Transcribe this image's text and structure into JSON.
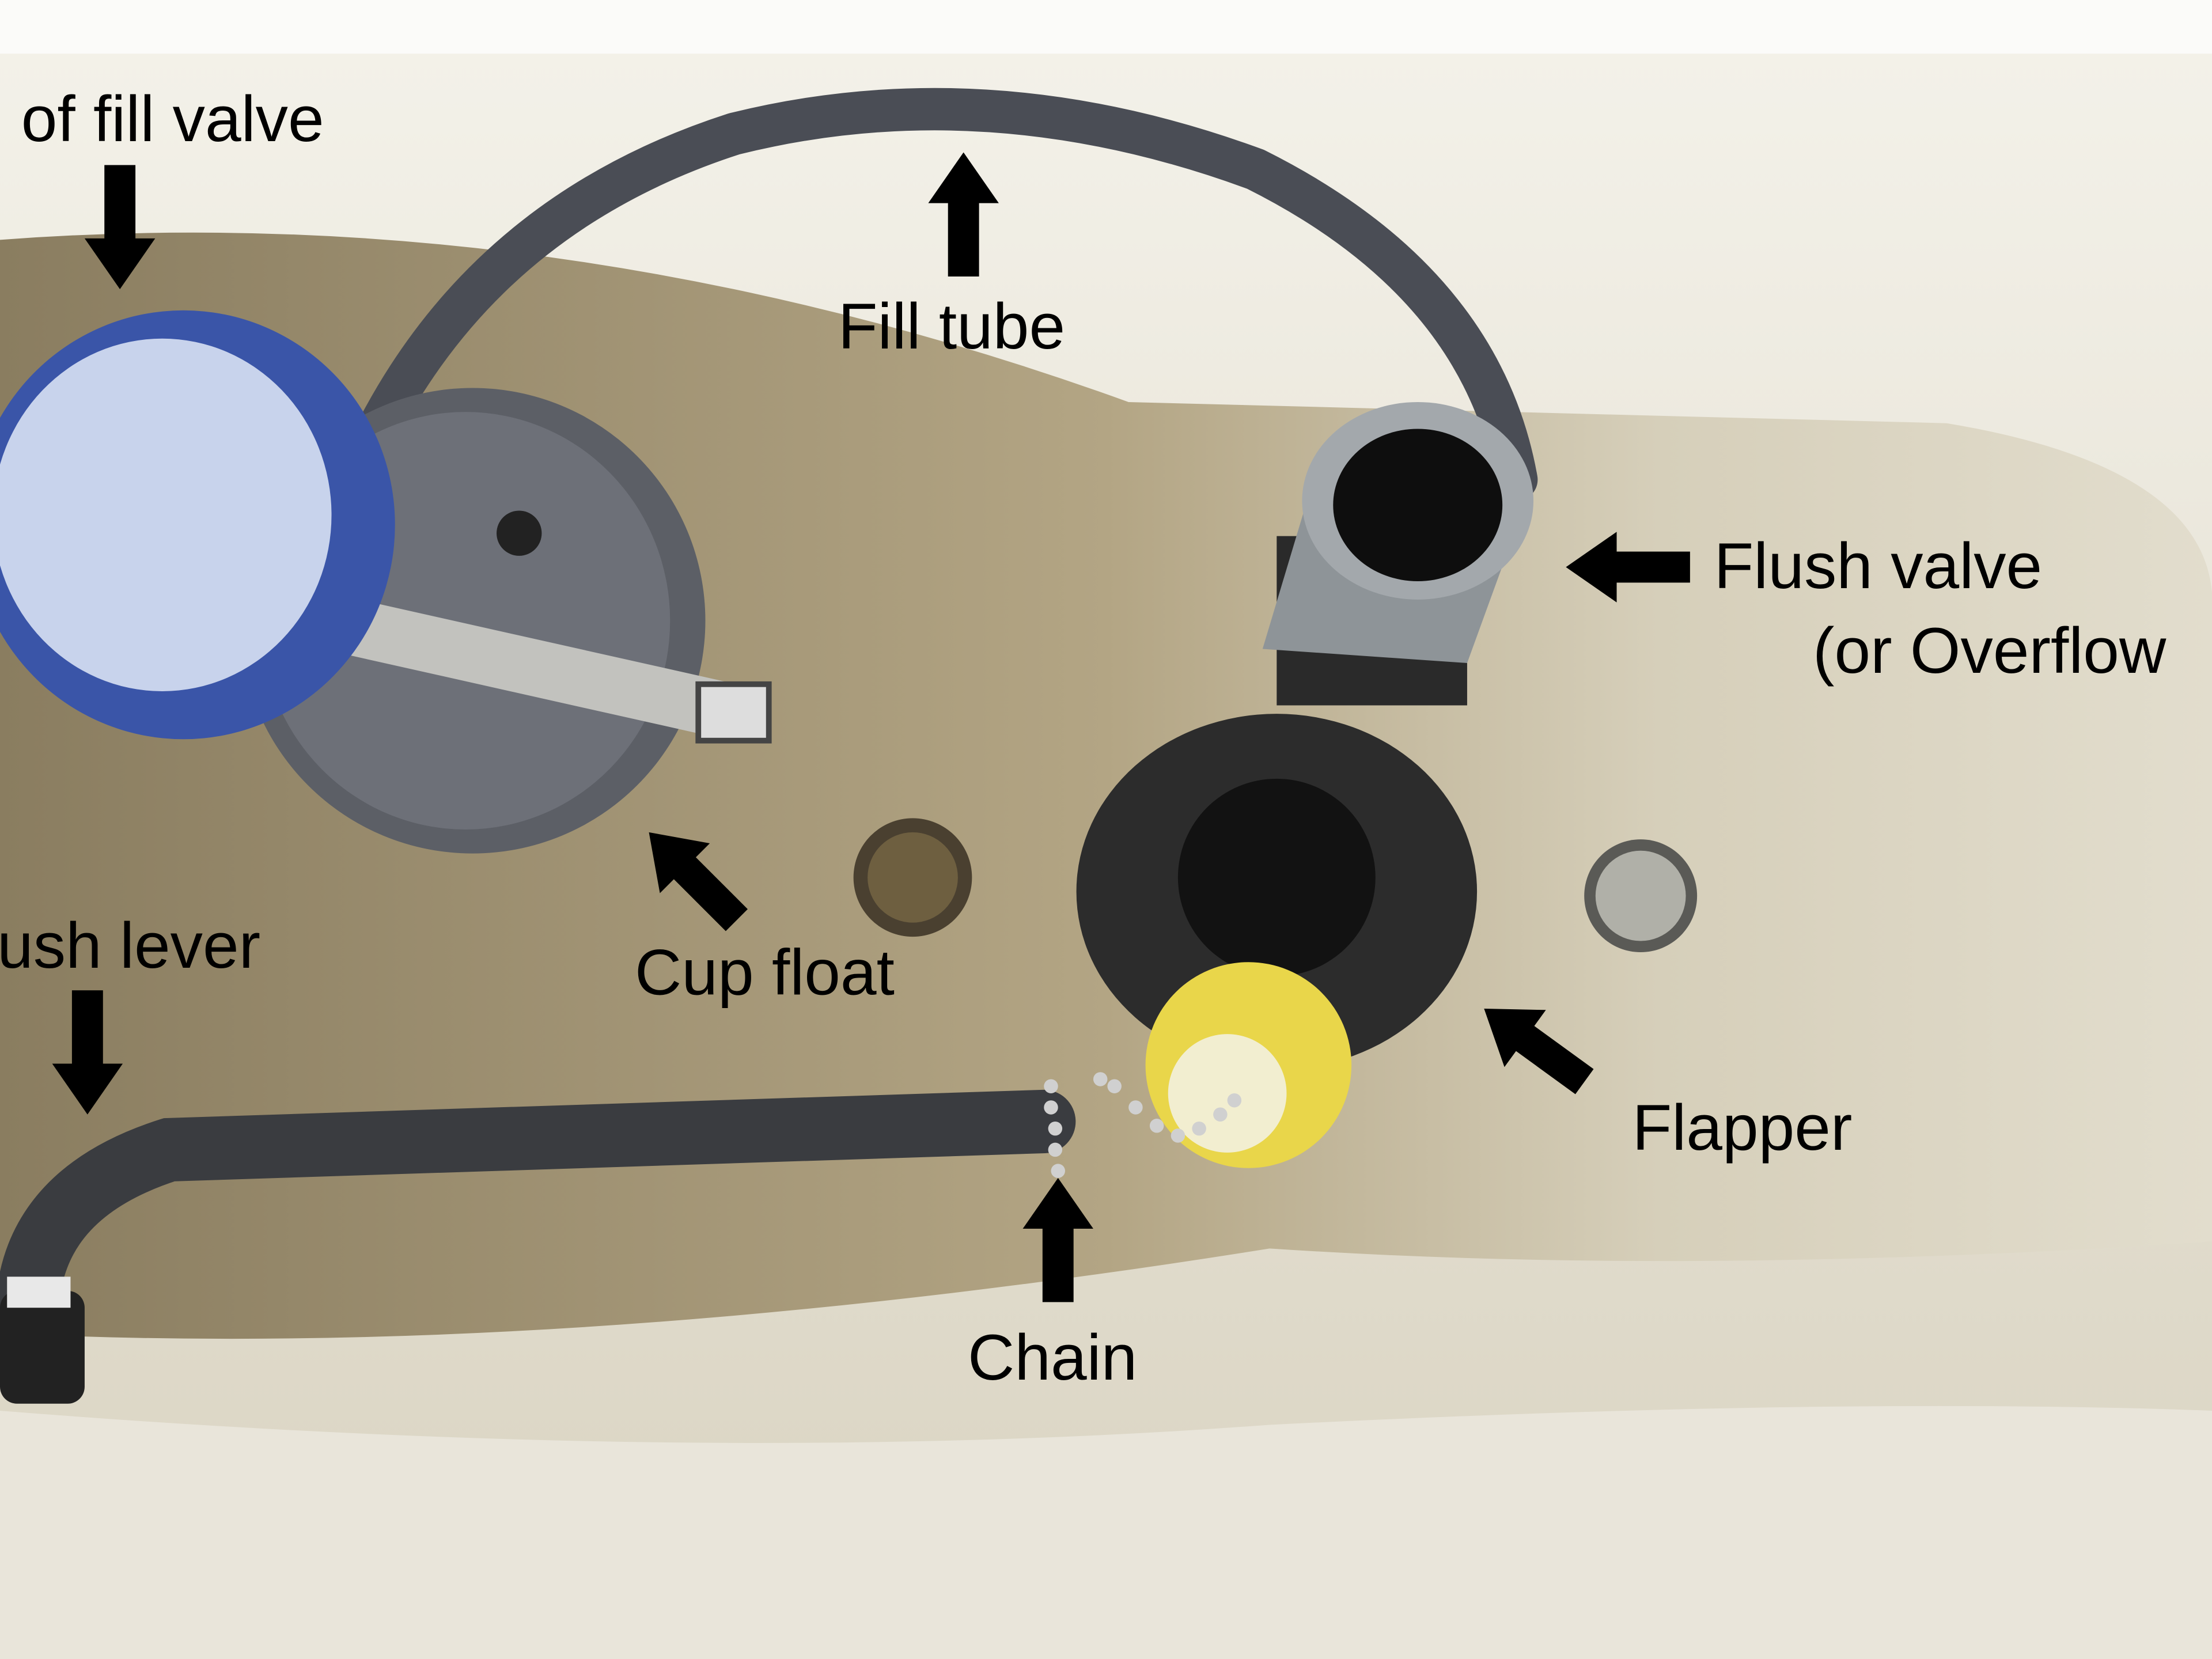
{
  "labels": {
    "fill_valve": "of fill valve",
    "fill_tube": "Fill tube",
    "flush_valve": "Flush valve",
    "flush_valve_alt": "(or Overflow",
    "cup_float": "Cup float",
    "flush_lever": "ush lever",
    "flapper": "Flapper",
    "chain": "Chain"
  },
  "colors": {
    "arrow": "#000000",
    "fill_valve_cap": "#3a55a8",
    "flapper_cap": "#e9d64a"
  }
}
